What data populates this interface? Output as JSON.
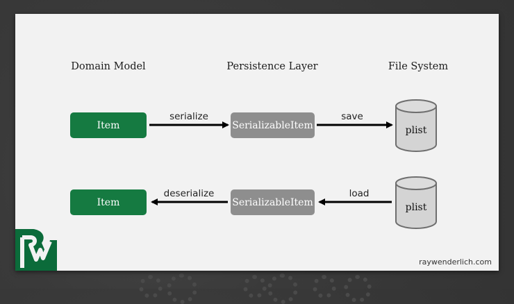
{
  "columns": {
    "domain": "Domain Model",
    "persistence": "Persistence Layer",
    "filesystem": "File System"
  },
  "rows": [
    {
      "left": "Item",
      "verb1": "serialize",
      "middle": "SerializableItem",
      "verb2": "save",
      "store": "plist"
    },
    {
      "left": "Item",
      "verb1": "deserialize",
      "middle": "SerializableItem",
      "verb2": "load",
      "store": "plist"
    }
  ],
  "colors": {
    "green": "#157a41",
    "gray": "#8e8e8e",
    "brand": "#0b6b3a"
  },
  "footer": {
    "site": "raywenderlich.com"
  }
}
